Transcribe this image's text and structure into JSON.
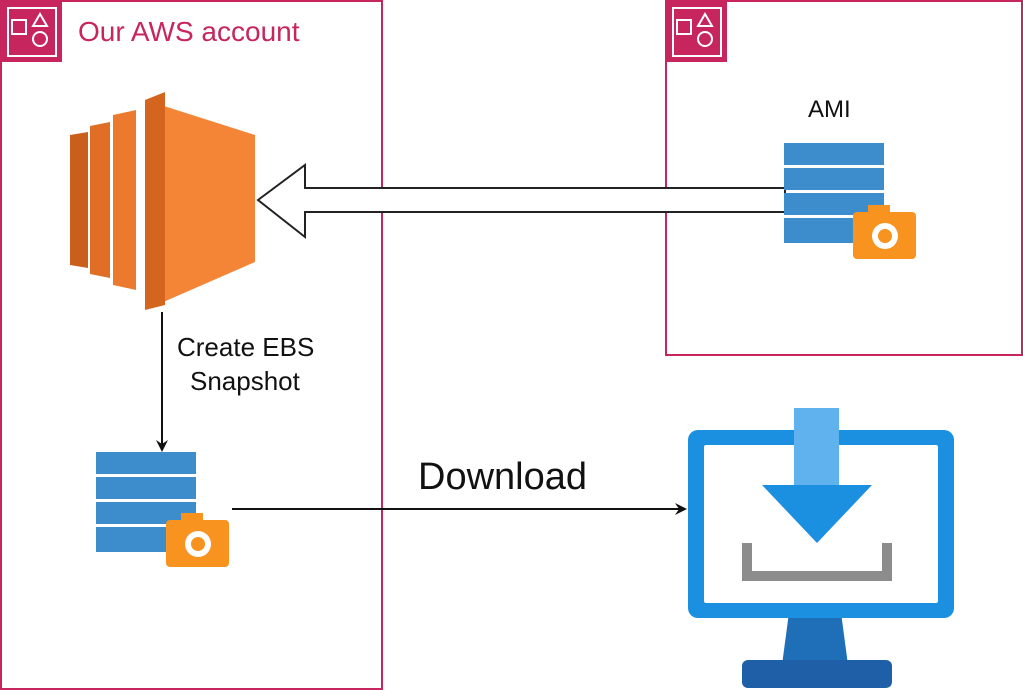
{
  "groups": {
    "our_account": {
      "title": "Our AWS account"
    },
    "ami_account": {
      "title": ""
    }
  },
  "labels": {
    "ami": "AMI",
    "create_snapshot_line1": "Create EBS",
    "create_snapshot_line2": "Snapshot",
    "download": "Download"
  },
  "colors": {
    "group_border": "#c7255e",
    "ec2_orange": "#f58536",
    "volume_blue": "#3d8ccc",
    "camera_orange": "#f7931e",
    "monitor_blue": "#1b8fe0"
  }
}
